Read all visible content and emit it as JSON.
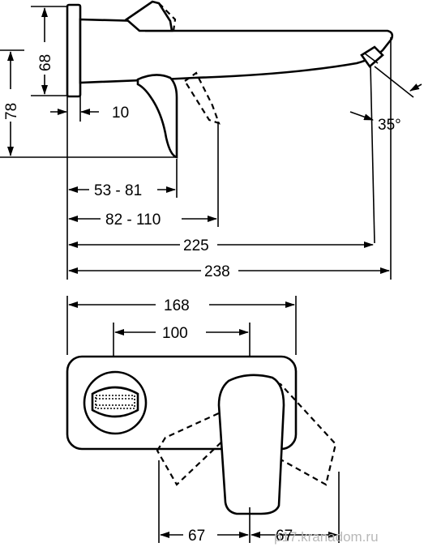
{
  "dimensions": {
    "top_view": {
      "plate_height": "68",
      "total_height": "78",
      "plate_thickness": "10",
      "handle_range_1": "53 - 81",
      "handle_range_2": "82 - 110",
      "spout_reach_tip": "225",
      "spout_reach_total": "238",
      "flow_angle": "35°"
    },
    "front_view": {
      "plate_width": "168",
      "axis_spacing": "100",
      "handle_swing_left": "67",
      "handle_swing_right": "67"
    }
  },
  "watermark": {
    "text": "p17.kranadom.ru",
    "color": "#b8b8b8"
  },
  "colors": {
    "line": "#000000",
    "background": "#ffffff"
  }
}
